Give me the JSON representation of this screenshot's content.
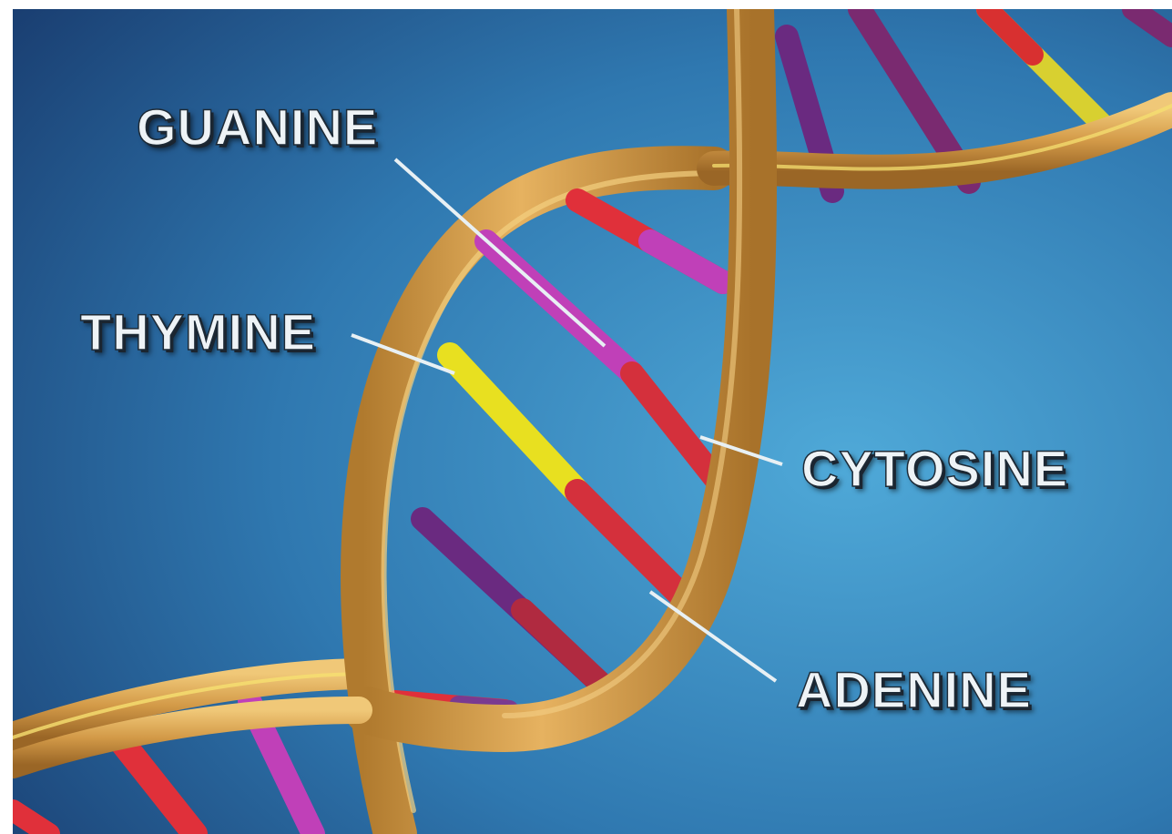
{
  "labels": {
    "guanine": "GUANINE",
    "thymine": "THYMINE",
    "cytosine": "CYTOSINE",
    "adenine": "ADENINE"
  },
  "colors": {
    "background_dark": "#1f4a80",
    "background_light": "#4aa3d6",
    "backbone": "#d8a24a",
    "base_red": "#e0303a",
    "base_magenta": "#c040b8",
    "base_yellow": "#e8e020",
    "base_purple": "#6a2a80",
    "pointer_line": "#e8f0f4"
  }
}
